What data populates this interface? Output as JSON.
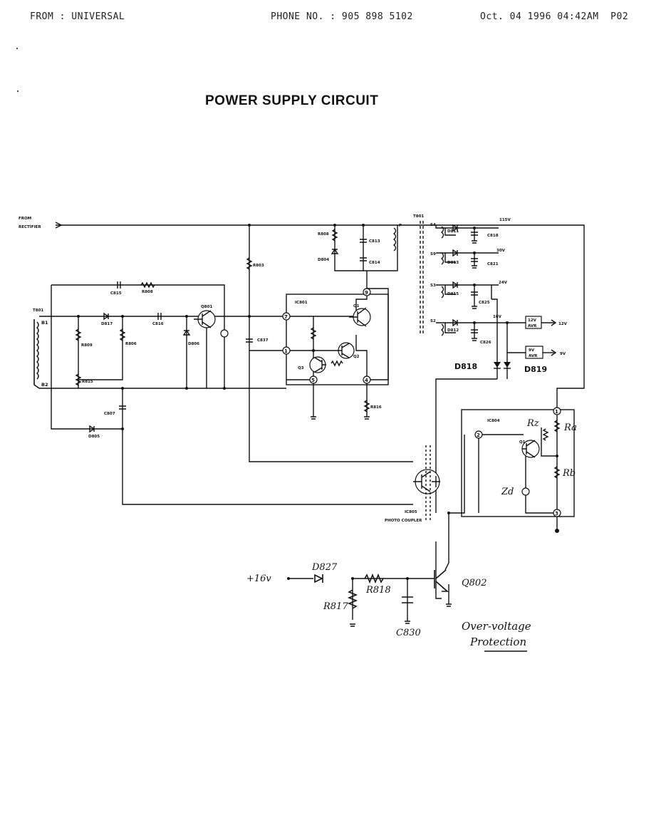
{
  "header": {
    "from": "FROM : UNIVERSAL",
    "phone": "PHONE NO. : 905 898 5102",
    "date": "Oct. 04 1996 04:42AM  P02"
  },
  "title": "POWER SUPPLY CIRCUIT",
  "labels": {
    "from": "FROM",
    "rectifier": "RECTIFIER",
    "t801_left": "T801",
    "b1": "B1",
    "b2": "B2",
    "t801_right": "T801",
    "r809": "R809",
    "r806": "R806",
    "r815": "R815",
    "c815": "C815",
    "r808": "R808",
    "d817": "D817",
    "c816": "C816",
    "d806": "D806",
    "q801": "Q801",
    "c807": "C807",
    "d805": "D805",
    "r803": "R803",
    "c837": "C837",
    "r808b": "R808",
    "d804": "D804",
    "c813": "C813",
    "c814": "C814",
    "p": "P",
    "ic801": "IC801",
    "q1": "Q1",
    "q2": "Q2",
    "q3": "Q3",
    "r816": "R816",
    "s4": "S4",
    "s9": "S9",
    "s3": "S3",
    "s2": "S2",
    "d811": "D811",
    "d813": "D813",
    "d815": "D815",
    "d812": "D812",
    "c818": "C818",
    "c821": "C821",
    "c825": "C825",
    "c826": "C826",
    "v115": "115V",
    "v30": "30V",
    "v24": "24V",
    "v16": "16V",
    "avr12": "12V",
    "avr9": "9V",
    "avr": "AVR",
    "out12": "12V",
    "out9": "9V",
    "d818": "D818",
    "d819": "D819",
    "ic804": "IC804",
    "q1b": "Q1",
    "rz": "Rz",
    "ra": "Ra",
    "rb": "Rb",
    "zd": "Zd",
    "ic805": "IC805",
    "photo_coupler": "PHOTO COUPLER",
    "plus16v": "+16v",
    "d827": "D827",
    "r818": "R818",
    "r817": "R817",
    "c830": "C830",
    "q802": "Q802",
    "ovp1": "Over-voltage",
    "ovp2": "Protection",
    "pin1": "1",
    "pin2": "2",
    "pin3": "3",
    "pin4": "4",
    "pin5": "5",
    "pin7": "7",
    "pin9": "9",
    "pinb1": "1",
    "pinb2": "2",
    "pinb3": "3"
  }
}
